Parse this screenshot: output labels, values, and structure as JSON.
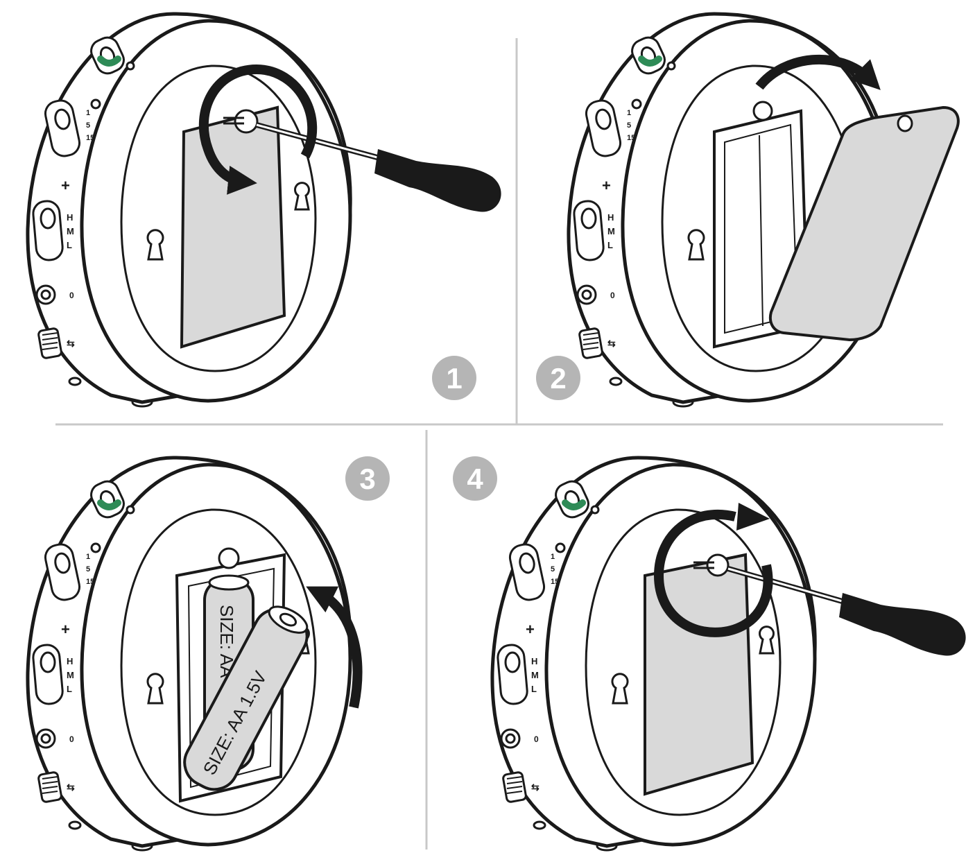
{
  "colors": {
    "line": "#1a1a1a",
    "body": "#ffffff",
    "cover": "#d9d9d9",
    "badge": "#b5b5b5",
    "accent": "#2e8b57",
    "divider": "#c8c8c8"
  },
  "device": {
    "switch_a_labels": [
      "1",
      "5",
      "15"
    ],
    "switch_b_labels": [
      "H",
      "M",
      "L"
    ]
  },
  "steps": [
    {
      "number": "1"
    },
    {
      "number": "2"
    },
    {
      "number": "3",
      "battery_front": "SIZE: AA 1.5V",
      "battery_back": "SIZE: AA"
    },
    {
      "number": "4"
    }
  ]
}
